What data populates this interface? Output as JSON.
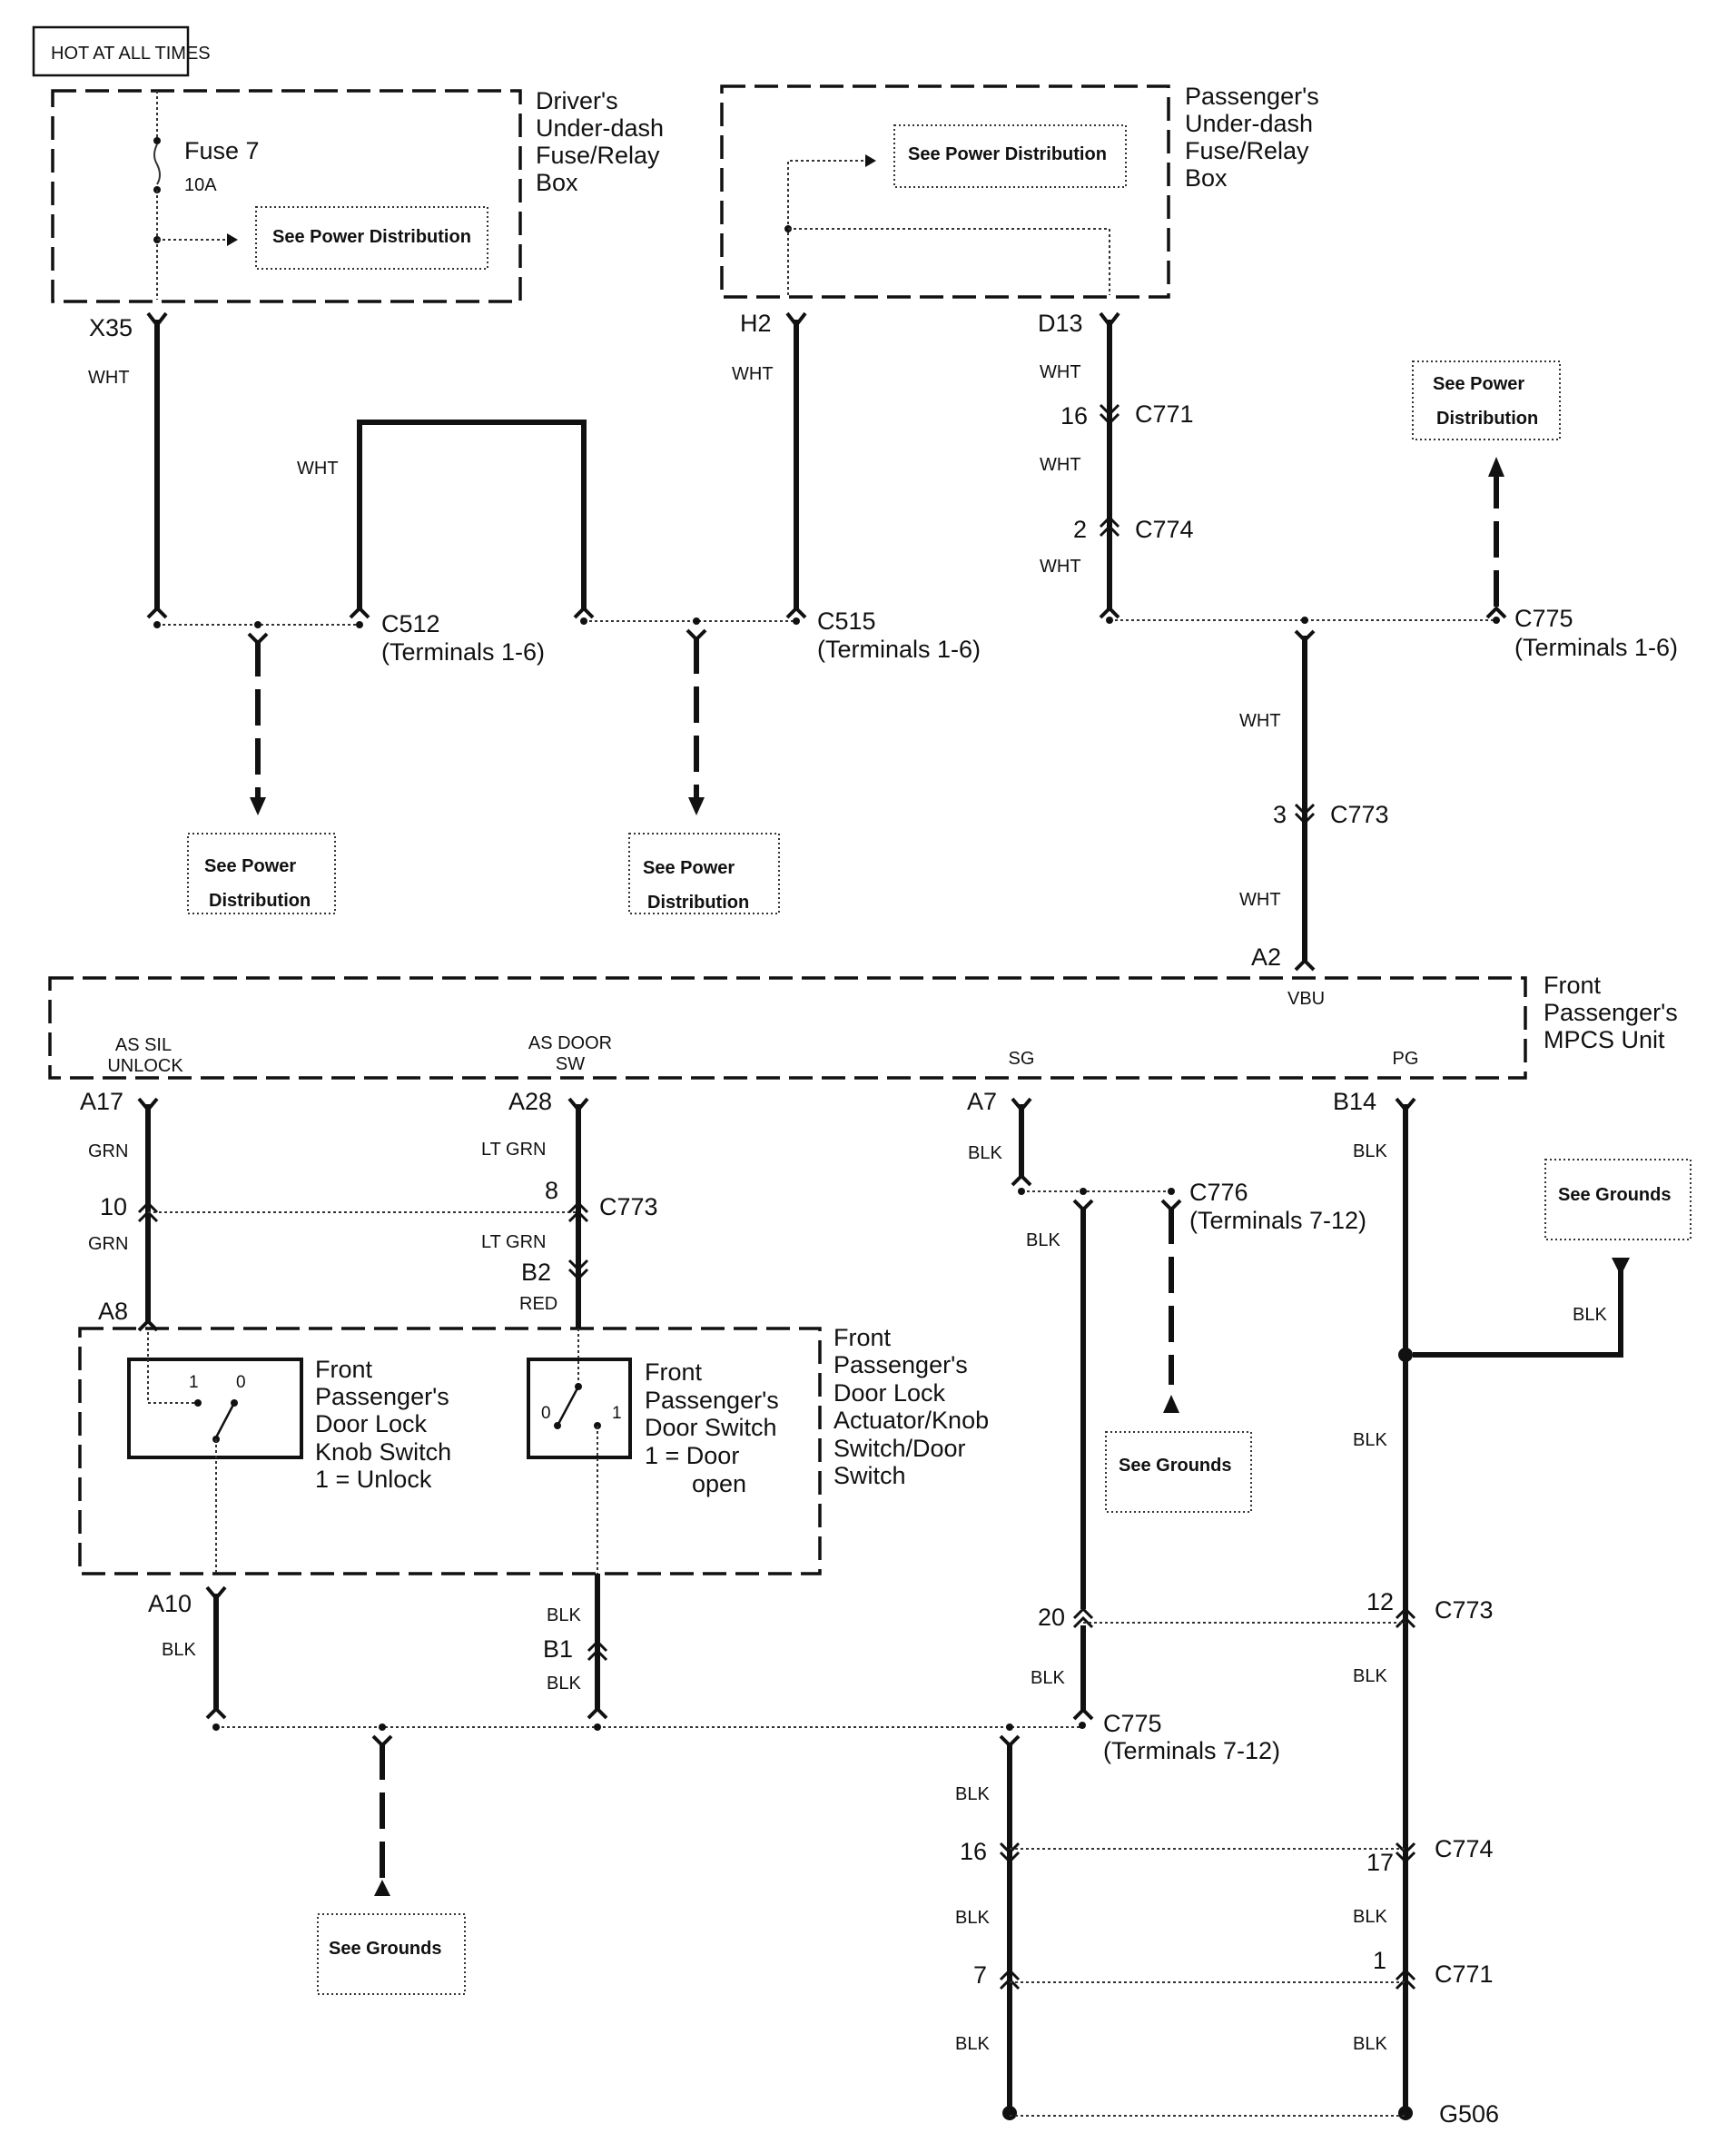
{
  "header": {
    "hot_label": "HOT AT ALL TIMES"
  },
  "driver_box": {
    "title_lines": [
      "Driver's",
      "Under-dash",
      "Fuse/Relay",
      "Box"
    ],
    "fuse_name": "Fuse 7",
    "fuse_rating": "10A",
    "ref_label": "See Power Distribution",
    "terminal": "X35"
  },
  "passenger_box": {
    "title_lines": [
      "Passenger's",
      "Under-dash",
      "Fuse/Relay",
      "Box"
    ],
    "ref_label": "See Power Distribution",
    "terminals": [
      "H2",
      "D13"
    ]
  },
  "power_refs": [
    {
      "lines": [
        "See Power",
        "Distribution"
      ]
    },
    {
      "lines": [
        "See Power",
        "Distribution"
      ]
    },
    {
      "lines": [
        "See Power",
        "Distribution"
      ]
    }
  ],
  "ground_refs": [
    {
      "label": "See Grounds"
    },
    {
      "label": "See Grounds"
    },
    {
      "label": "See Grounds"
    }
  ],
  "wire_colors": {
    "wht": "WHT",
    "grn": "GRN",
    "lt_grn": "LT GRN",
    "red": "RED",
    "blk": "BLK"
  },
  "connectors": {
    "c512": {
      "name": "C512",
      "sub": "(Terminals 1-6)"
    },
    "c515": {
      "name": "C515",
      "sub": "(Terminals 1-6)"
    },
    "c771_top": {
      "name": "C771",
      "pin": "16"
    },
    "c774_top": {
      "name": "C774",
      "pin": "2"
    },
    "c775_top": {
      "name": "C775",
      "sub": "(Terminals 1-6)"
    },
    "c773_top": {
      "name": "C773",
      "pin": "3"
    },
    "c773_mid": {
      "name": "C773",
      "pin_left": "10",
      "pin_right": "8"
    },
    "c776": {
      "name": "C776",
      "sub": "(Terminals 7-12)"
    },
    "c773_low": {
      "name": "C773",
      "pin_left": "20",
      "pin_right": "12"
    },
    "c775_low": {
      "name": "C775",
      "sub": "(Terminals 7-12)"
    },
    "c774_low": {
      "name": "C774",
      "pin_left": "16",
      "pin_right": "17"
    },
    "c771_low": {
      "name": "C771",
      "pin_left": "7",
      "pin_right": "1"
    },
    "g506": {
      "name": "G506"
    }
  },
  "mpcs_unit": {
    "title_lines": [
      "Front",
      "Passenger's",
      "MPCS Unit"
    ],
    "input_terminal": "A2",
    "input_pin_name": "VBU",
    "pins": [
      {
        "terminal": "A17",
        "name_lines": [
          "AS SIL",
          "UNLOCK"
        ]
      },
      {
        "terminal": "A28",
        "name_lines": [
          "AS DOOR",
          "SW"
        ]
      },
      {
        "terminal": "A7",
        "name_lines": [
          "SG"
        ]
      },
      {
        "terminal": "B14",
        "name_lines": [
          "PG"
        ]
      }
    ]
  },
  "actuator": {
    "title_lines": [
      "Front",
      "Passenger's",
      "Door Lock",
      "Actuator/Knob",
      "Switch/Door",
      "Switch"
    ],
    "terminals": {
      "a8": "A8",
      "b2": "B2",
      "a10": "A10",
      "b1": "B1"
    },
    "knob_switch": {
      "lines": [
        "Front",
        "Passenger's",
        "Door Lock",
        "Knob Switch",
        "1 = Unlock"
      ],
      "pos_1": "1",
      "pos_0": "0"
    },
    "door_switch": {
      "lines": [
        "Front",
        "Passenger's",
        "Door Switch",
        "1 = Door",
        "open"
      ],
      "pos_0": "0",
      "pos_1": "1"
    }
  }
}
